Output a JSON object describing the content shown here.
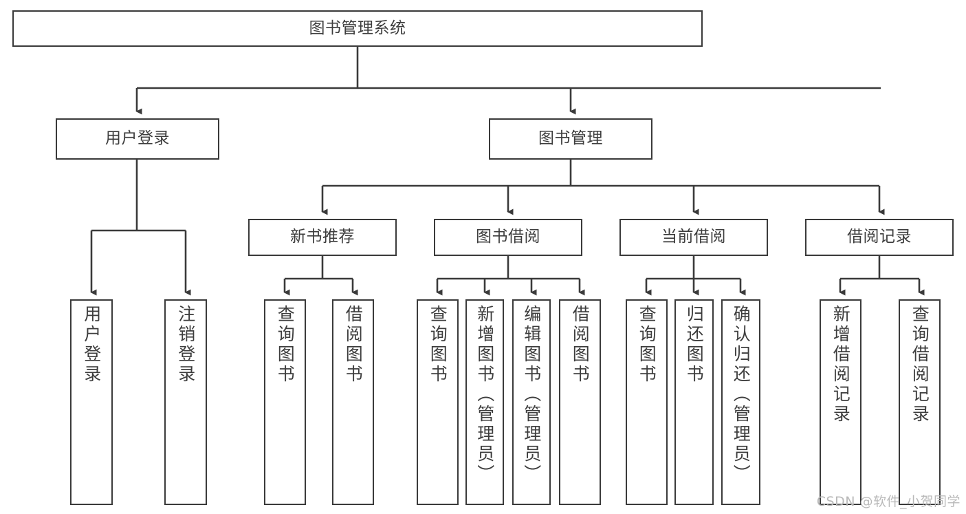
{
  "diagram": {
    "title": "图书管理系统",
    "type": "tree-hierarchy-chart",
    "watermark": "CSDN @软件_小贺同学",
    "line_color": "#3a3a3a",
    "text_color": "#3d3d3d",
    "background_color": "#ffffff"
  },
  "nodes": {
    "root": {
      "label": "图书管理系统",
      "level": 1
    },
    "level2": [
      {
        "id": "user-login",
        "label": "用户登录"
      },
      {
        "id": "book-management",
        "label": "图书管理"
      }
    ],
    "level3": [
      {
        "id": "new-book-recommend",
        "label": "新书推荐"
      },
      {
        "id": "book-borrow",
        "label": "图书借阅"
      },
      {
        "id": "current-borrow",
        "label": "当前借阅"
      },
      {
        "id": "borrow-record",
        "label": "借阅记录"
      }
    ],
    "leaves": {
      "user-login": [
        {
          "id": "leaf-user-login",
          "label": "用户登录"
        },
        {
          "id": "leaf-user-logout",
          "label": "注销登录"
        }
      ],
      "new-book-recommend": [
        {
          "id": "leaf-query-book-1",
          "label": "查询图书"
        },
        {
          "id": "leaf-borrow-book-1",
          "label": "借阅图书"
        }
      ],
      "book-borrow": [
        {
          "id": "leaf-query-book-2",
          "label": "查询图书"
        },
        {
          "id": "leaf-add-book",
          "label": "新增图书（管理员）"
        },
        {
          "id": "leaf-edit-book",
          "label": "编辑图书（管理员）"
        },
        {
          "id": "leaf-borrow-book-2",
          "label": "借阅图书"
        }
      ],
      "current-borrow": [
        {
          "id": "leaf-query-book-3",
          "label": "查询图书"
        },
        {
          "id": "leaf-return-book",
          "label": "归还图书"
        },
        {
          "id": "leaf-confirm-return",
          "label": "确认归还（管理员）"
        }
      ],
      "borrow-record": [
        {
          "id": "leaf-add-record",
          "label": "新增借阅记录"
        },
        {
          "id": "leaf-query-record",
          "label": "查询借阅记录"
        }
      ]
    }
  },
  "edges": [
    {
      "from": "root",
      "to": "user-login"
    },
    {
      "from": "root",
      "to": "book-management"
    },
    {
      "from": "user-login",
      "to": "leaf-user-login"
    },
    {
      "from": "user-login",
      "to": "leaf-user-logout"
    },
    {
      "from": "book-management",
      "to": "new-book-recommend"
    },
    {
      "from": "book-management",
      "to": "book-borrow"
    },
    {
      "from": "book-management",
      "to": "current-borrow"
    },
    {
      "from": "book-management",
      "to": "borrow-record"
    },
    {
      "from": "new-book-recommend",
      "to": "leaf-query-book-1"
    },
    {
      "from": "new-book-recommend",
      "to": "leaf-borrow-book-1"
    },
    {
      "from": "book-borrow",
      "to": "leaf-query-book-2"
    },
    {
      "from": "book-borrow",
      "to": "leaf-add-book"
    },
    {
      "from": "book-borrow",
      "to": "leaf-edit-book"
    },
    {
      "from": "book-borrow",
      "to": "leaf-borrow-book-2"
    },
    {
      "from": "current-borrow",
      "to": "leaf-query-book-3"
    },
    {
      "from": "current-borrow",
      "to": "leaf-return-book"
    },
    {
      "from": "current-borrow",
      "to": "leaf-confirm-return"
    },
    {
      "from": "borrow-record",
      "to": "leaf-add-record"
    },
    {
      "from": "borrow-record",
      "to": "leaf-query-record"
    }
  ]
}
